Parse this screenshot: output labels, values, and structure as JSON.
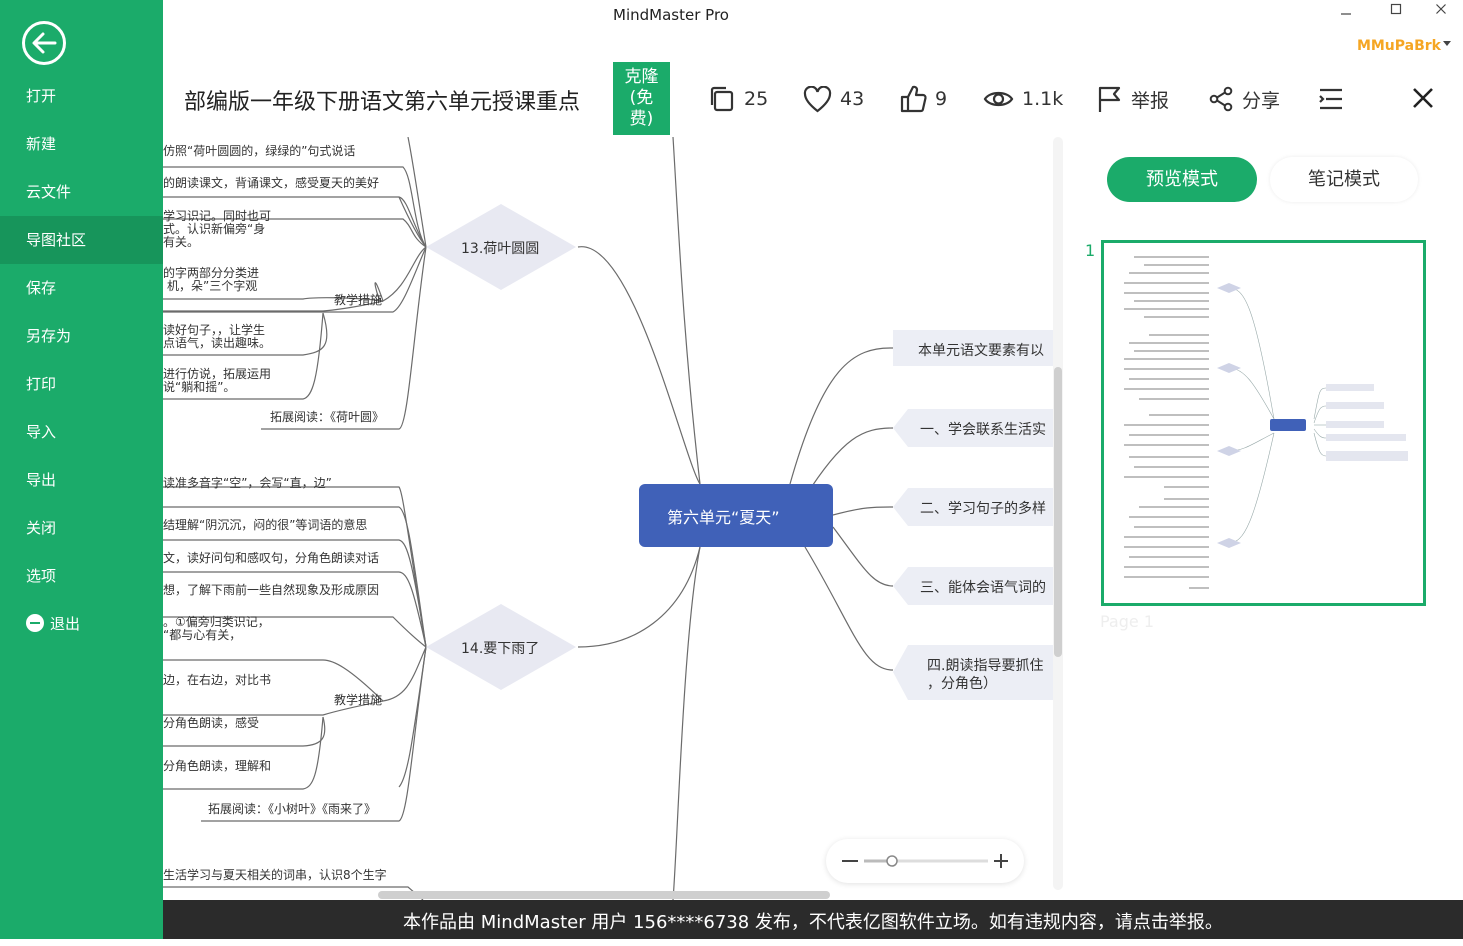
{
  "window": {
    "title": "MindMaster Pro",
    "user": "MMuPaBrk"
  },
  "sidebar": {
    "items": [
      {
        "label": "打开"
      },
      {
        "label": "新建"
      },
      {
        "label": "云文件"
      },
      {
        "label": "导图社区",
        "active": true
      },
      {
        "label": "保存"
      },
      {
        "label": "另存为"
      },
      {
        "label": "打印"
      },
      {
        "label": "导入"
      },
      {
        "label": "导出"
      },
      {
        "label": "关闭"
      },
      {
        "label": "选项"
      },
      {
        "label": "退出"
      }
    ]
  },
  "header": {
    "title": "部编版一年级下册语文第六单元授课重点",
    "clone_label": "克隆\n(免\n费)",
    "copies": "25",
    "favorites": "43",
    "likes": "9",
    "views": "1.1k",
    "report_label": "举报",
    "share_label": "分享"
  },
  "mindmap": {
    "central": "第六单元“夏天”",
    "topic_13": "13.荷叶圆圆",
    "topic_14": "14.要下雨了",
    "right_topics": [
      "本单元语文要素有以",
      "一、学会联系生活实",
      "二、学习句子的多样",
      "三、能体会语气词的",
      "四.朗读指导要抓住",
      "，分角色）"
    ],
    "branch_texts_13": [
      "仿照“荷叶圆圆的，绿绿的”句式说话",
      "的朗读课文，背诵课文，感受夏天的美好",
      "学习识记。同时也可",
      "式。认识新偏旁“身",
      "有关。",
      "的字两部分分类进",
      "机，朵”三个字观",
      "教学措施",
      "读好句子，，让学生",
      "点语气，读出趣味。",
      "进行仿说，拓展运用",
      "说“躺和摇”。",
      "拓展阅读：《荷叶圆》"
    ],
    "branch_texts_14": [
      "读准多音字“空”，会写“直，边”",
      "结理解“阴沉沉，闷的很”等词语的意思",
      "文，读好问句和感叹句，分角色朗读对话",
      "想，了解下雨前一些自然现象及形成原因",
      "。①偏旁归类识记，",
      "“都与心有关，",
      "边，在右边，对比书",
      "教学措施",
      "分角色朗读，感受",
      "分角色朗读，理解和",
      "拓展阅读：《小树叶》《雨来了》"
    ],
    "bottom_text": "生活学习与夏天相关的词串，认识8个生字"
  },
  "panel": {
    "preview_mode": "预览模式",
    "notes_mode": "笔记模式",
    "page_number": "1",
    "page_label": "Page 1"
  },
  "footer": {
    "notice": "本作品由 MindMaster 用户 156****6738 发布，不代表亿图软件立场。如有违规内容，请点击举报。"
  },
  "colors": {
    "brand": "#1bab6a",
    "central_node": "#4061b8",
    "footer_bg": "#2b2b2b",
    "user_name": "#f5a623"
  }
}
